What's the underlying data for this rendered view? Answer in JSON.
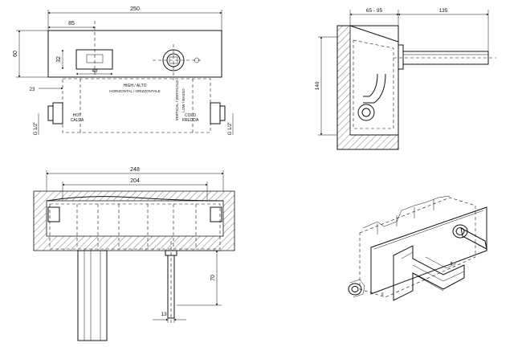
{
  "front_view": {
    "dims": {
      "overall_width": "250",
      "left_offset": "85",
      "height": "60",
      "slot_height": "32",
      "slot_width": "48",
      "lower_offset": "23",
      "thread_left": "G 1/2\"",
      "thread_right": "G 1/2\""
    },
    "labels": {
      "high_alto": "HIGH / ALTO",
      "horizontal": "HORIZONTAL / ORIZZONTALE",
      "hot": "HOT",
      "calda": "CALDA",
      "cold": "COLD",
      "fredda": "FREDDA",
      "vertical": "VERTICAL / VERTICALE",
      "low_basso": "LOW / BASSO"
    }
  },
  "side_view": {
    "dims": {
      "depth_range": "65 - 95",
      "spout": "135",
      "height": "140"
    }
  },
  "top_view": {
    "dims": {
      "outer_width": "248",
      "inner_width": "204",
      "spout_length": "70",
      "handle_dia": "13"
    }
  },
  "colors": {
    "line": "#111111",
    "hatch": "#555555",
    "background": "#ffffff"
  }
}
